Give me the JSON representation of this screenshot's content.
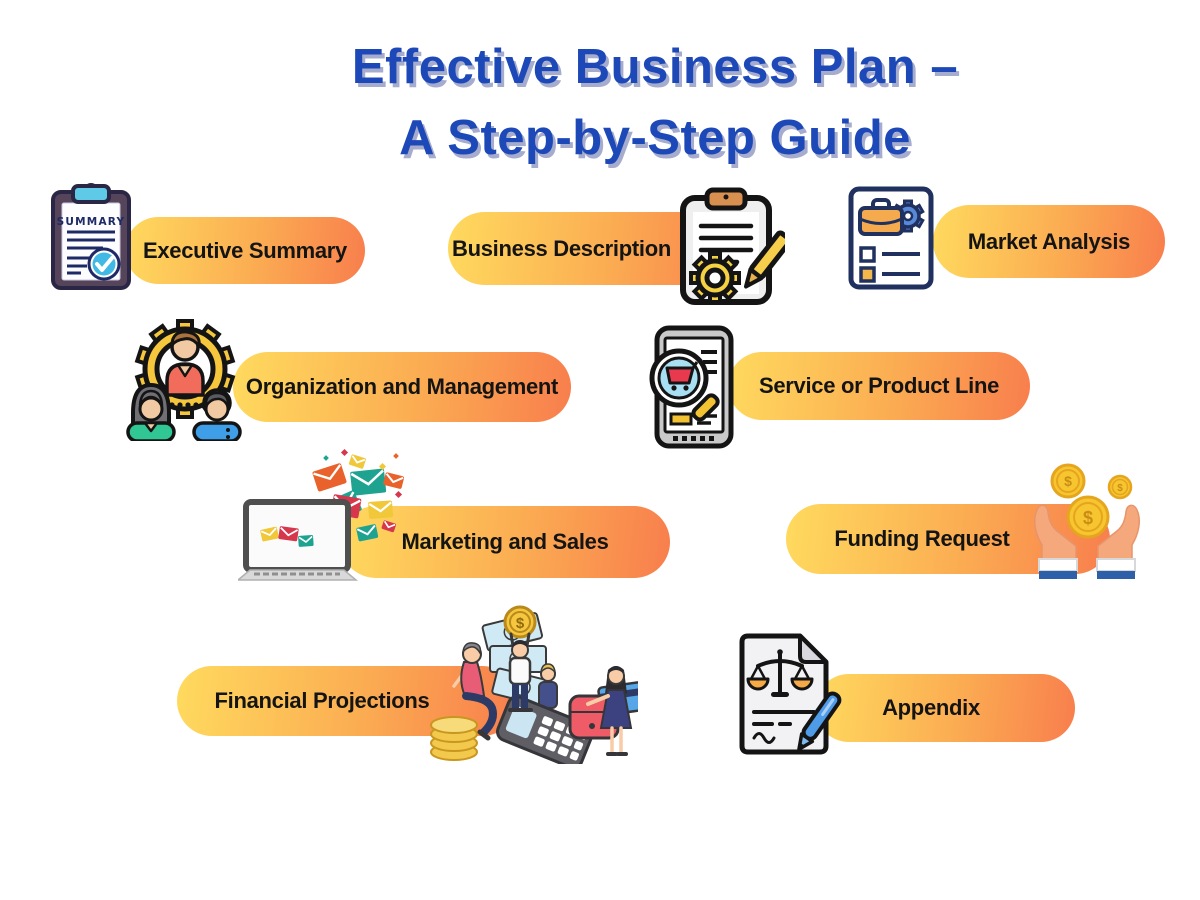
{
  "title": {
    "line1": "Effective Business Plan –",
    "line2": "A Step-by-Step Guide"
  },
  "items": [
    {
      "label": "Executive Summary",
      "icon": "clipboard-summary-icon",
      "icon_text": "SUMMARY"
    },
    {
      "label": "Business Description",
      "icon": "clipboard-pencil-gear-icon"
    },
    {
      "label": "Market Analysis",
      "icon": "document-briefcase-gear-icon"
    },
    {
      "label": "Organization and Management",
      "icon": "team-gear-icon"
    },
    {
      "label": "Service or Product Line",
      "icon": "tablet-magnifier-cart-icon"
    },
    {
      "label": "Marketing and Sales",
      "icon": "laptop-emails-icon"
    },
    {
      "label": "Funding Request",
      "icon": "hands-coins-icon"
    },
    {
      "label": "Financial Projections",
      "icon": "finance-people-illustration"
    },
    {
      "label": "Appendix",
      "icon": "document-scales-pen-icon"
    }
  ],
  "glyphs": {
    "dollar": "$"
  },
  "colors": {
    "title_blue": "#1D49B8",
    "title_shadow": "#A6ACCD",
    "pill_gradient_start": "#FFDA5E",
    "pill_gradient_end": "#F87E4D",
    "label_text": "#141414"
  }
}
